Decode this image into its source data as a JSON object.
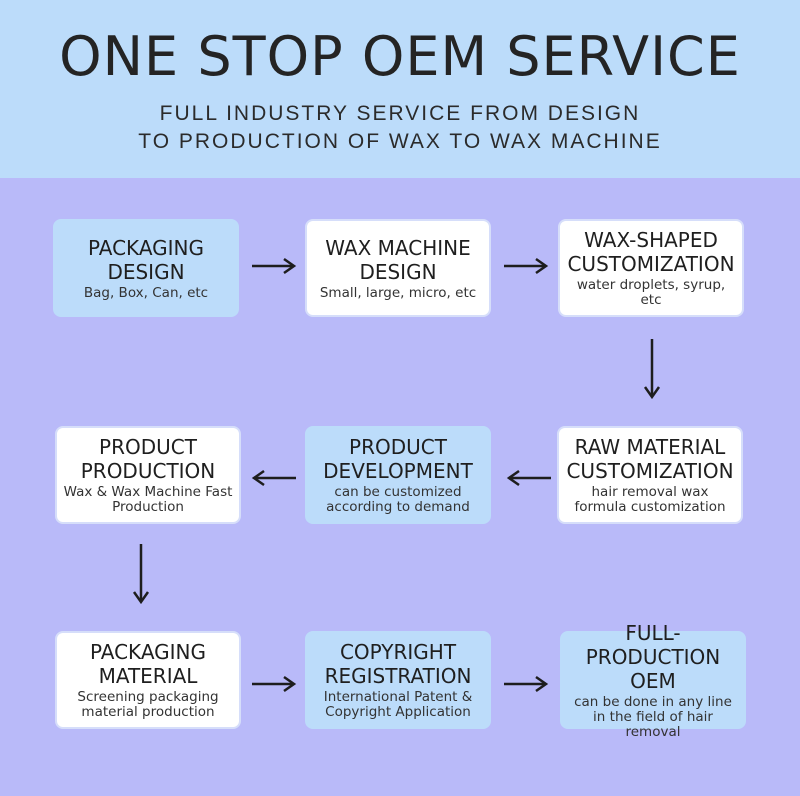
{
  "header": {
    "title": "ONE STOP OEM SERVICE",
    "subtitle_line1": "FULL INDUSTRY SERVICE FROM DESIGN",
    "subtitle_line2": "TO PRODUCTION OF WAX TO WAX MACHINE"
  },
  "steps": [
    {
      "title": "PACKAGING DESIGN",
      "desc": "Bag, Box, Can, etc"
    },
    {
      "title": "WAX MACHINE DESIGN",
      "desc": "Small, large, micro, etc"
    },
    {
      "title": "WAX-SHAPED CUSTOMIZATION",
      "desc": "water droplets, syrup, etc"
    },
    {
      "title": "RAW MATERIAL CUSTOMIZATION",
      "desc": "hair removal wax formula customization"
    },
    {
      "title": "PRODUCT DEVELOPMENT",
      "desc": "can be customized according to demand"
    },
    {
      "title": "PRODUCT PRODUCTION",
      "desc": "Wax & Wax Machine Fast Production"
    },
    {
      "title": "PACKAGING MATERIAL",
      "desc": "Screening packaging material production"
    },
    {
      "title": "COPYRIGHT REGISTRATION",
      "desc": "International Patent & Copyright Application"
    },
    {
      "title": "FULL-PRODUCTION OEM",
      "desc": "can be done in any line in the field of hair removal"
    }
  ],
  "colors": {
    "header_bg": "#bcdcfa",
    "body_bg": "#b9baf9",
    "box_blue": "#bcdcfa",
    "box_white": "#ffffff",
    "arrow": "#1e1e1e"
  }
}
